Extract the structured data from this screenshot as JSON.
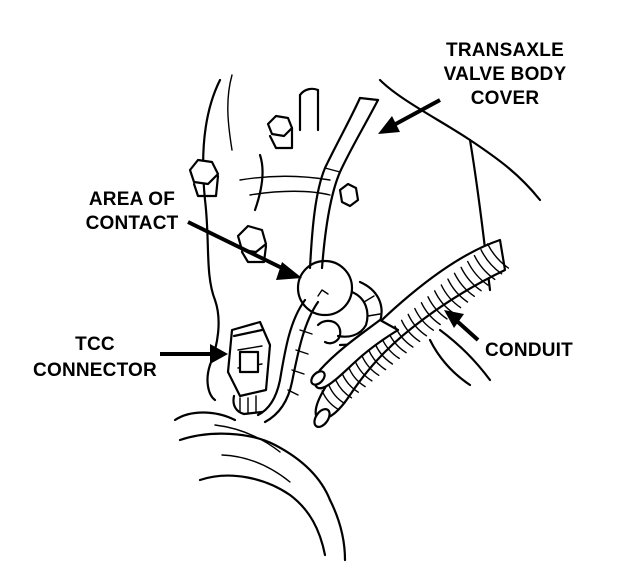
{
  "labels": {
    "valve_body_cover": [
      "TRANSAXLE",
      "VALVE BODY",
      "COVER"
    ],
    "area_of_contact": [
      "AREA OF",
      "CONTACT"
    ],
    "conduit": [
      "CONDUIT"
    ],
    "tcc_connector": [
      "TCC",
      "CONNECTOR"
    ]
  },
  "colors": {
    "ink": "#000000",
    "paper": "#ffffff"
  }
}
